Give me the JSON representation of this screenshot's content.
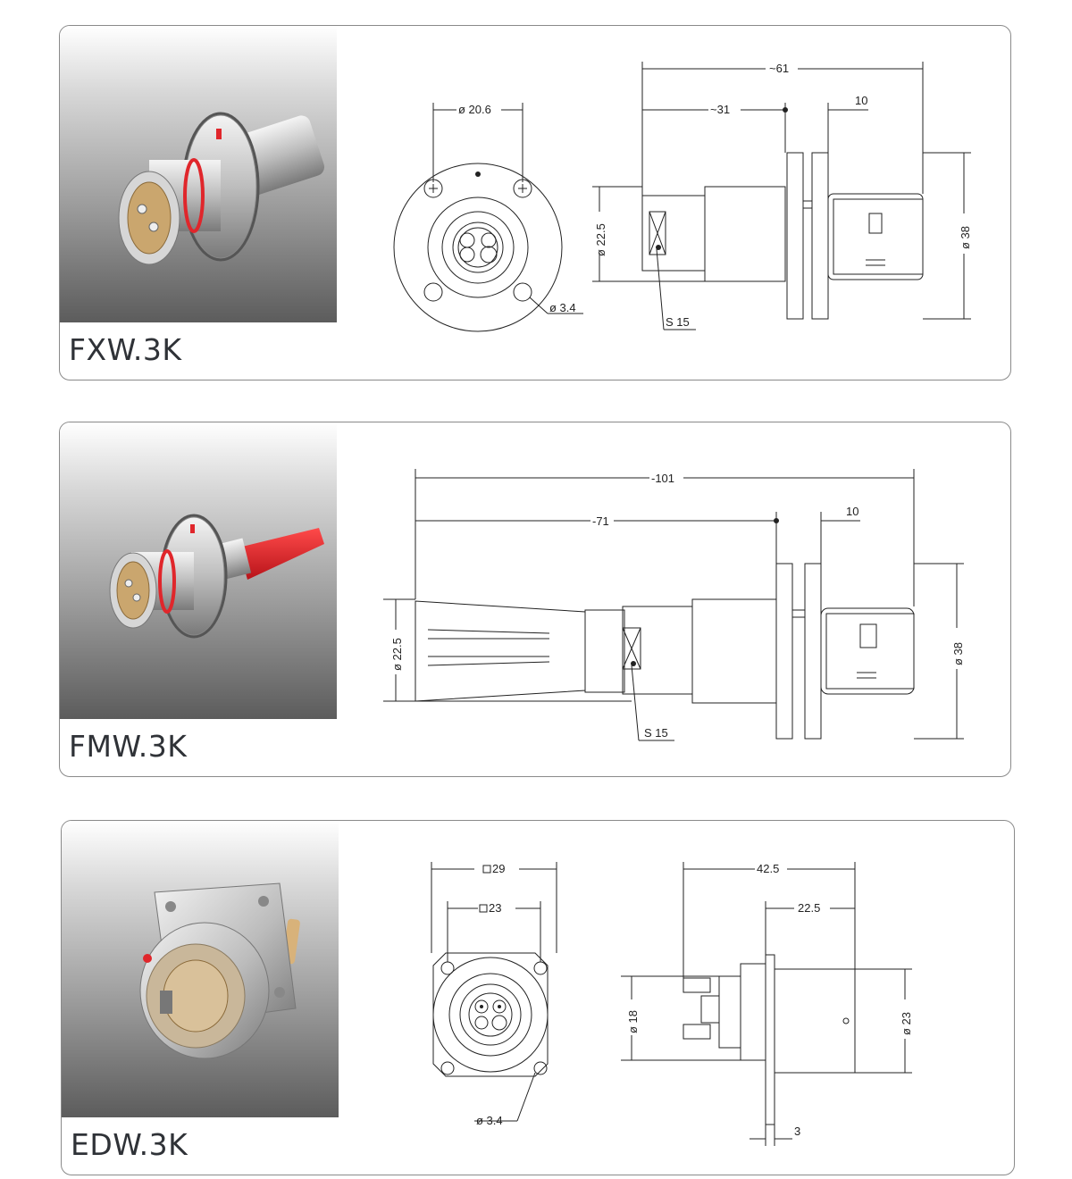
{
  "products": [
    {
      "model": "FXW.3K",
      "front_dims": {
        "pcd": "ø 20.6",
        "hole": "ø 3.4"
      },
      "side_dims": {
        "total": "~61",
        "body": "~31",
        "flange": "10",
        "dia_body": "ø 22.5",
        "dia_flange": "ø 38",
        "wrench": "S 15"
      },
      "accent_color": "#e0262b"
    },
    {
      "model": "FMW.3K",
      "side_dims": {
        "total": "-101",
        "body": "-71",
        "flange": "10",
        "dia_body": "ø 22.5",
        "dia_flange": "ø 38",
        "wrench": "S 15"
      },
      "accent_color": "#e0262b"
    },
    {
      "model": "EDW.3K",
      "front_dims": {
        "outer": "29",
        "inner": "23",
        "hole": "ø 3.4"
      },
      "side_dims": {
        "total": "42.5",
        "front": "22.5",
        "dia_rear": "ø 18",
        "dia_front": "ø 23",
        "flange": "3"
      },
      "accent_color": "#e0262b"
    }
  ]
}
